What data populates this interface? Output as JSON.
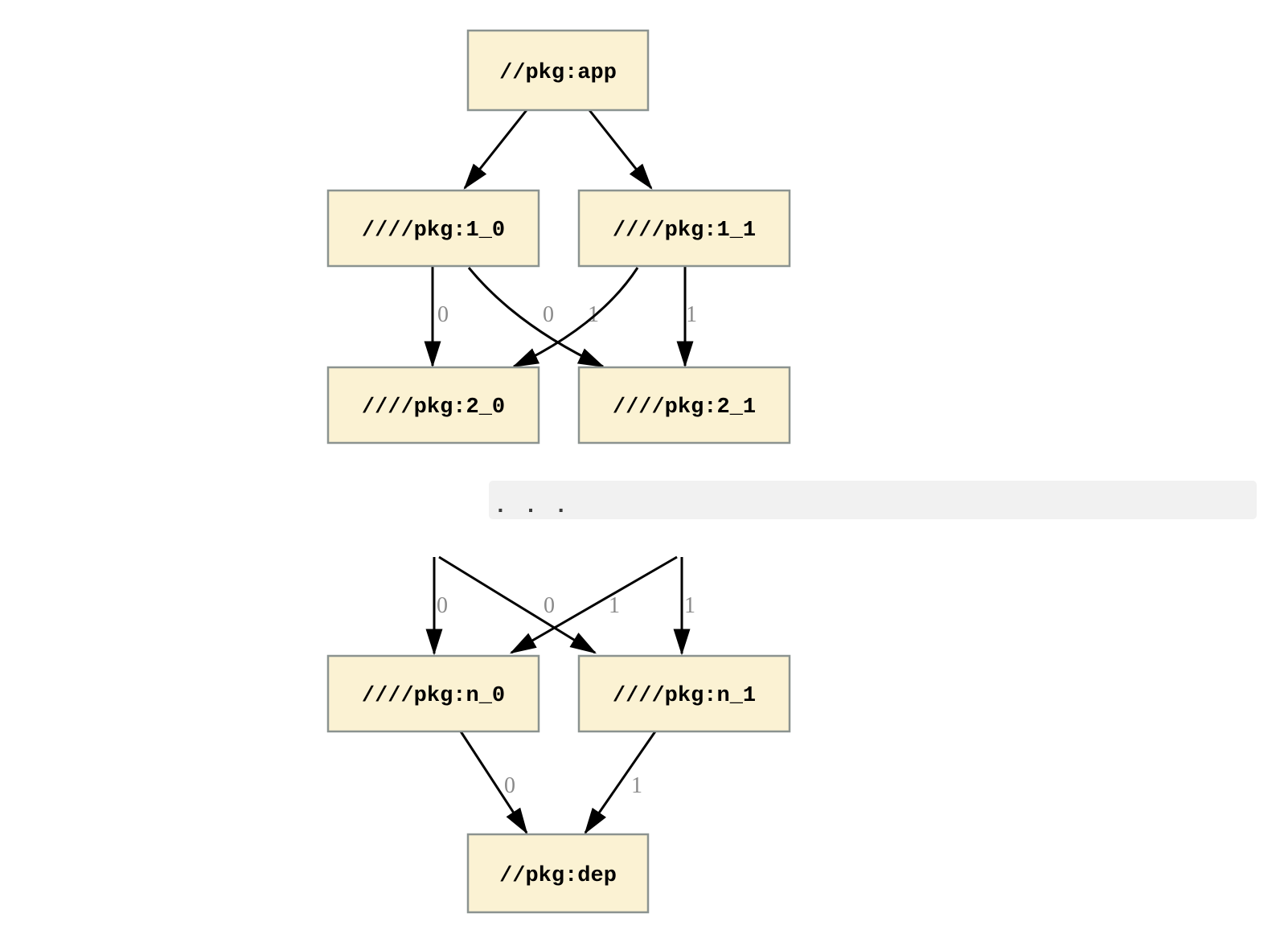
{
  "diagram": {
    "kind": "dependency-graph",
    "nodes": [
      {
        "id": "app",
        "label": "//pkg:app"
      },
      {
        "id": "1_0",
        "label": "////pkg:1_0"
      },
      {
        "id": "1_1",
        "label": "////pkg:1_1"
      },
      {
        "id": "2_0",
        "label": "////pkg:2_0"
      },
      {
        "id": "2_1",
        "label": "////pkg:2_1"
      },
      {
        "id": "n_0",
        "label": "////pkg:n_0"
      },
      {
        "id": "n_1",
        "label": "////pkg:n_1"
      },
      {
        "id": "dep",
        "label": "//pkg:dep"
      }
    ],
    "ellipsis": ". . .",
    "edges": [
      {
        "from": "//pkg:app",
        "to": "////pkg:1_0",
        "label": ""
      },
      {
        "from": "//pkg:app",
        "to": "////pkg:1_1",
        "label": ""
      },
      {
        "from": "////pkg:1_0",
        "to": "////pkg:2_0",
        "label": "0"
      },
      {
        "from": "////pkg:1_0",
        "to": "////pkg:2_1",
        "label": "1"
      },
      {
        "from": "////pkg:1_1",
        "to": "////pkg:2_0",
        "label": "0"
      },
      {
        "from": "////pkg:1_1",
        "to": "////pkg:2_1",
        "label": "1"
      },
      {
        "from": "…",
        "to": "////pkg:n_0",
        "label": "0"
      },
      {
        "from": "…",
        "to": "////pkg:n_1",
        "label": "1"
      },
      {
        "from": "…",
        "to": "////pkg:n_0",
        "label": "0"
      },
      {
        "from": "…",
        "to": "////pkg:n_1",
        "label": "1"
      },
      {
        "from": "////pkg:n_0",
        "to": "//pkg:dep",
        "label": "0"
      },
      {
        "from": "////pkg:n_1",
        "to": "//pkg:dep",
        "label": "1"
      }
    ],
    "colors": {
      "background": "#FFFFFF",
      "node_fill": "#FBF2D3",
      "node_border": "#8B9390",
      "node_text": "#000000",
      "edge": "#000000",
      "edge_label": "#8A8A8A",
      "band_fill": "#F1F1F1",
      "dots": "#3A3A3A"
    }
  }
}
